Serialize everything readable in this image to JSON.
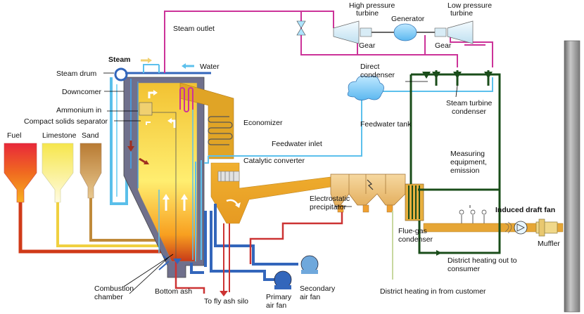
{
  "labels": {
    "high_pressure_turbine": [
      "High pressure",
      "turbine"
    ],
    "generator": "Generator",
    "low_pressure_turbine": [
      "Low pressure",
      "turbine"
    ],
    "gear_left": "Gear",
    "gear_right": "Gear",
    "steam_outlet": "Steam outlet",
    "steam": "Steam",
    "water": "Water",
    "steam_drum": "Steam drum",
    "downcomer": "Downcomer",
    "ammonium_in": "Ammonium in",
    "compact_solids_separator": "Compact solids separator",
    "fuel": "Fuel",
    "limestone": "Limestone",
    "sand": "Sand",
    "economizer": "Economizer",
    "feedwater_inlet": "Feedwater inlet",
    "catalytic_converter": "Catalytic converter",
    "feedwater_tank": "Feedwater tank",
    "direct_condenser": [
      "Direct",
      "condenser"
    ],
    "steam_turbine_condenser": [
      "Steam turbine",
      "condenser"
    ],
    "measuring_equipment": [
      "Measuring",
      "equipment,",
      "emission"
    ],
    "electrostatic_precipitator": [
      "Electrostatic",
      "precipitator"
    ],
    "induced_draft_fan": "Induced draft fan",
    "muffler": "Muffler",
    "flue_gas_condenser": [
      "Flue-gas",
      "condenser"
    ],
    "district_heating_out": [
      "District heating out to",
      "consumer"
    ],
    "district_heating_in": "District heating in from customer",
    "combustion_chamber": [
      "Combustion",
      "chamber"
    ],
    "bottom_ash": "Bottom ash",
    "to_fly_ash_silo": "To fly ash silo",
    "primary_air_fan": [
      "Primary",
      "air fan"
    ],
    "secondary_air_fan": [
      "Secondary",
      "air fan"
    ]
  },
  "colors": {
    "steam_line": "#cc3399",
    "water_line": "#66ccee",
    "flue_gas": "#d9a030",
    "air_line": "#3366bb",
    "fuel_line": "#cc3311",
    "district_heating": "#1a4d1a",
    "boiler_wall": "#6a6a88",
    "chimney": "#8a8a8a"
  }
}
